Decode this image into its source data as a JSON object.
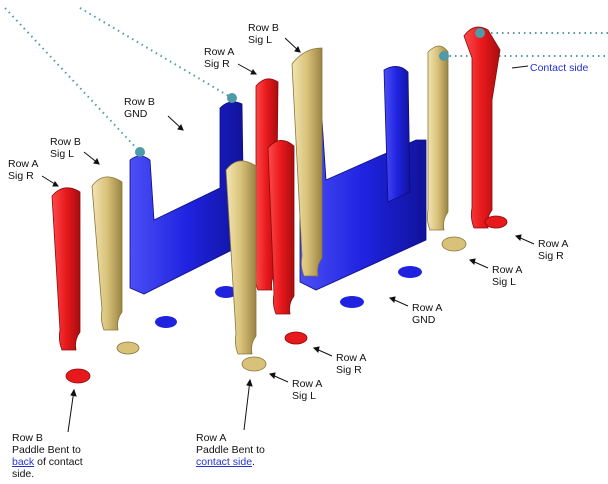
{
  "labels": {
    "row_b_sig_l_top": [
      "Row B",
      "Sig L"
    ],
    "row_a_sig_r_upper": [
      "Row A",
      "Sig R"
    ],
    "row_b_gnd": [
      "Row B",
      "GND"
    ],
    "row_b_sig_l_left": [
      "Row B",
      "Sig L"
    ],
    "row_a_sig_r_left": [
      "Row A",
      "Sig R"
    ],
    "contact_side": "Contact side",
    "row_a_sig_r_right": [
      "Row A",
      "Sig R"
    ],
    "row_a_sig_l_right": [
      "Row A",
      "Sig L"
    ],
    "row_a_gnd": [
      "Row A",
      "GND"
    ],
    "row_a_sig_r_bottom": [
      "Row A",
      "Sig R"
    ],
    "row_a_sig_l_bottom": [
      "Row A",
      "Sig L"
    ],
    "row_b_paddle": {
      "line1": "Row B",
      "line2": "Paddle Bent to",
      "link": "back",
      "line3_rest": " of contact",
      "line4": "side."
    },
    "row_a_paddle": {
      "line1": "Row A",
      "line2": "Paddle Bent to",
      "link": "contact side",
      "line3_rest": "."
    }
  },
  "colors": {
    "red": "#e8191c",
    "gold": "#d8c27a",
    "blue": "#1f23e0",
    "marker": "#4f9aa8",
    "link": "#2430d8"
  }
}
